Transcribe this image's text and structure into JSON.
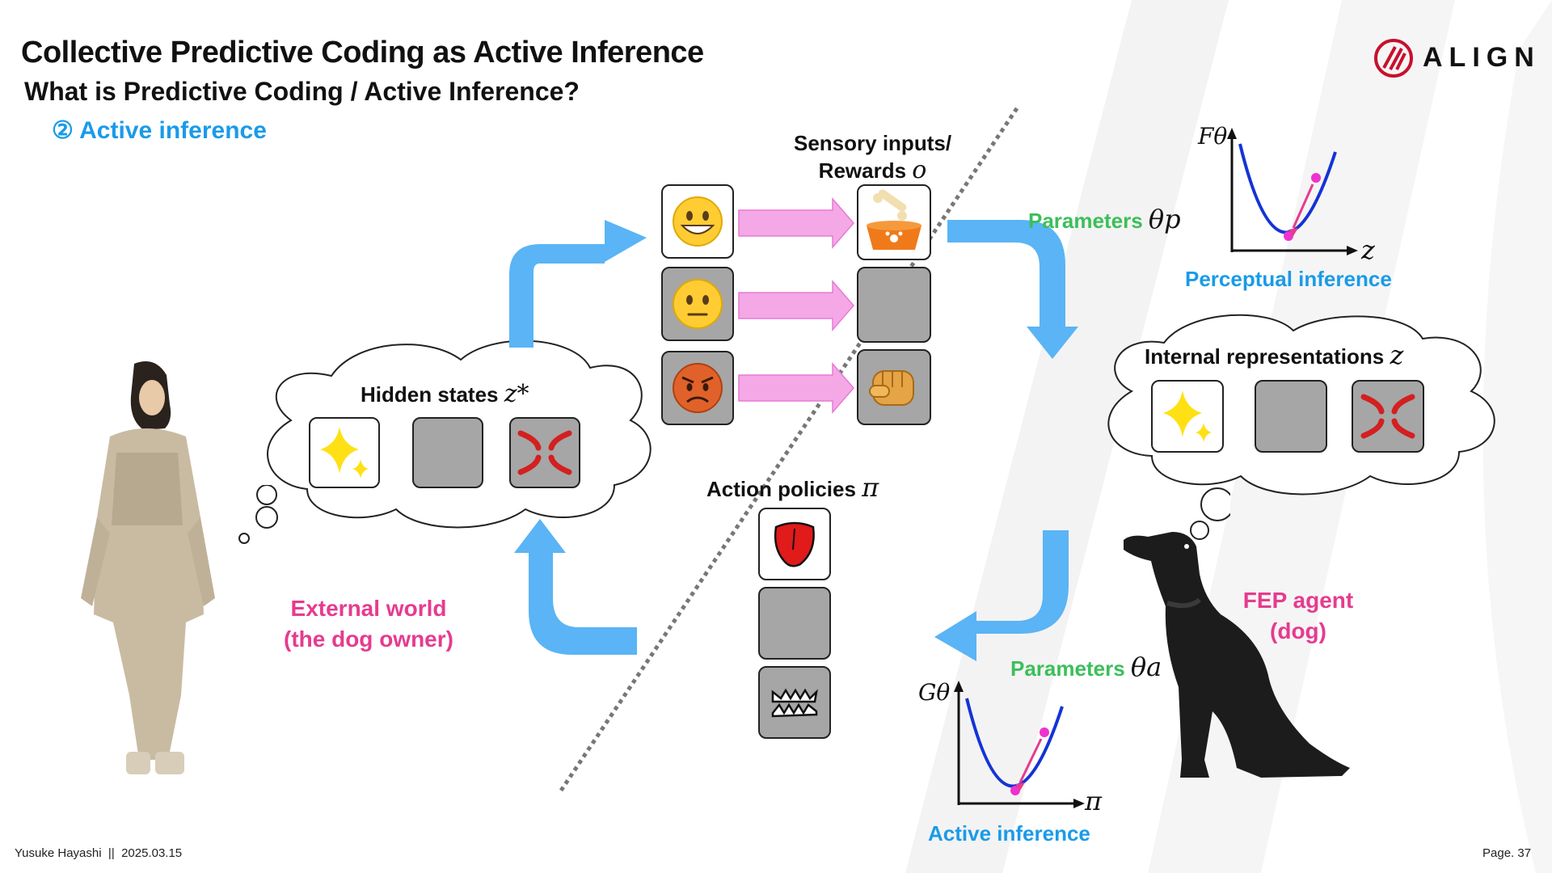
{
  "header": {
    "title": "Collective Predictive Coding as Active Inference",
    "subtitle": "What is Predictive Coding / Active Inference?",
    "section": "② Active inference"
  },
  "logo": {
    "text": "ALIGN",
    "icon": "align-logo-icon",
    "color": "#c8102e"
  },
  "labels": {
    "sensory_line1": "Sensory inputs/",
    "sensory_line2": "Rewards",
    "sensory_symbol": "o",
    "params_p": "Parameters",
    "params_p_symbol": "θp",
    "perceptual_inference": "Perceptual inference",
    "internal_representations": "Internal representations",
    "internal_symbol": "z",
    "hidden_states": "Hidden states",
    "hidden_symbol": "z*",
    "action_policies": "Action policies",
    "action_symbol": "π",
    "params_a": "Parameters",
    "params_a_symbol": "θa",
    "active_inference": "Active inference",
    "external_world_line1": "External world",
    "external_world_line2": "(the dog owner)",
    "fep_agent_line1": "FEP agent",
    "fep_agent_line2": "(dog)"
  },
  "graphs": {
    "perceptual": {
      "y_label": "Fθ",
      "x_label": "z"
    },
    "active": {
      "y_label": "Gθ",
      "x_label": "π"
    }
  },
  "icons": {
    "hidden": [
      "sparkle-icon",
      "empty-gray-tile",
      "anger-symbol-icon"
    ],
    "faces": [
      "grinning-face-icon",
      "neutral-face-icon",
      "angry-face-icon"
    ],
    "sensory": [
      "dog-food-bowl-icon",
      "empty-gray-tile",
      "fist-icon"
    ],
    "internal": [
      "sparkle-icon",
      "empty-gray-tile",
      "anger-symbol-icon"
    ],
    "actions": [
      "tongue-icon",
      "empty-gray-tile",
      "teeth-icon"
    ]
  },
  "colors": {
    "flow_arrow": "#5ab4f5",
    "pink_arrow": "#f4a8e6",
    "accent_blue": "#1a9be8",
    "accent_green": "#3bbf5a",
    "accent_pink": "#e63b8f",
    "curve_blue": "#1533d6",
    "point_magenta": "#ee33cc"
  },
  "footer": {
    "author": "Yusuke Hayashi",
    "separator": "||",
    "date": "2025.03.15",
    "page": "Page. 37"
  }
}
